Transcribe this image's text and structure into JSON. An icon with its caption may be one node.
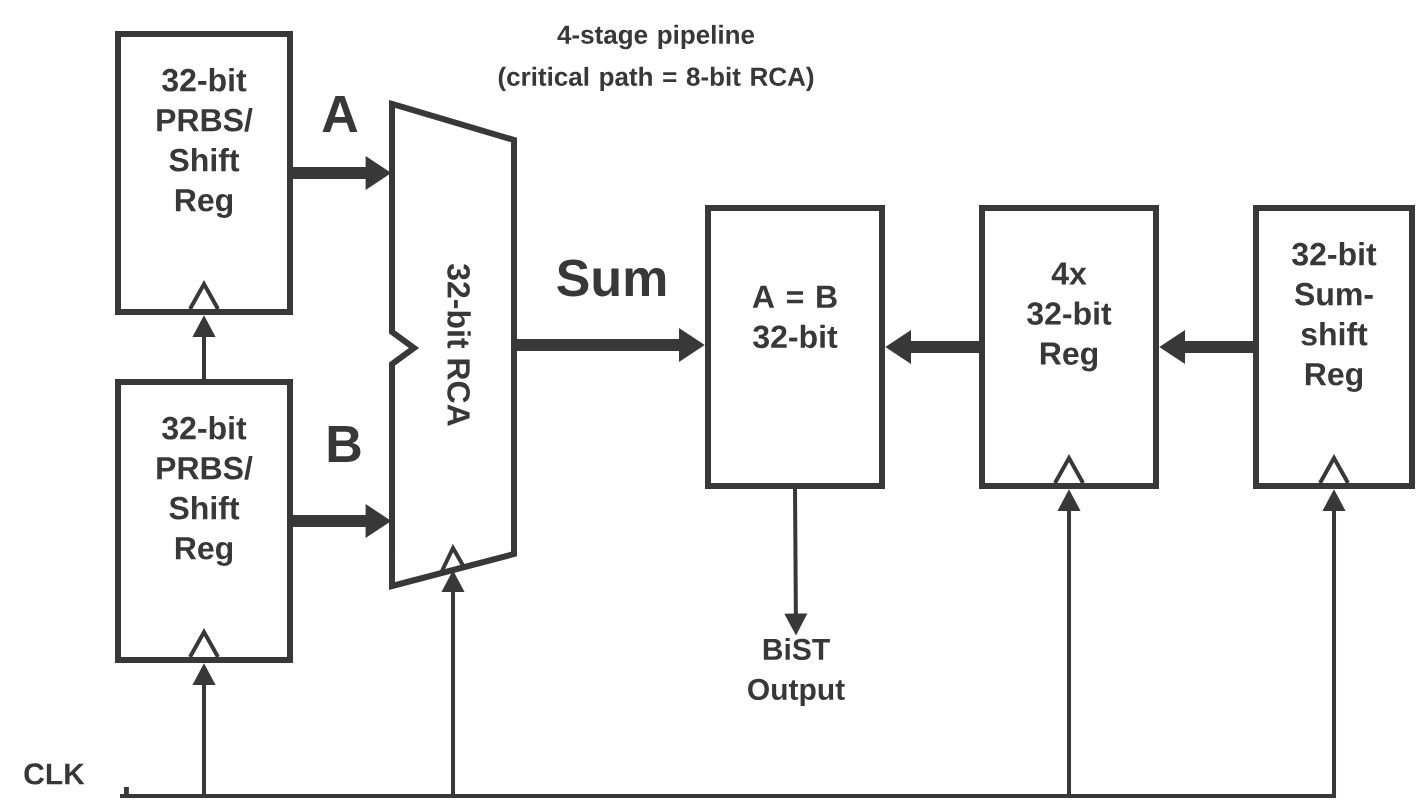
{
  "diagram": {
    "nodes": [
      {
        "text": [
          "32-bit PRBS/ Shift Reg"
        ]
      },
      {
        "text": [
          "32-bit PRBS/ Shift Reg"
        ]
      },
      {
        "text": [
          "32-bit RCA"
        ]
      },
      {
        "text": [
          "A = B 32-bit"
        ]
      },
      {
        "text": [
          "4x 32-bit Reg"
        ]
      },
      {
        "text": [
          "32-bit Sum-shift Reg"
        ]
      },
      {
        "text": [
          "BiST Output"
        ]
      },
      {
        "text": [
          "CLK"
        ]
      }
    ],
    "edges": [
      {
        "from": 0,
        "to": 2,
        "arrow": "to",
        "label": "A",
        "style": "thick"
      },
      {
        "from": 1,
        "to": 2,
        "arrow": "to",
        "label": "B",
        "style": "thick"
      },
      {
        "from": 2,
        "to": 3,
        "arrow": "to",
        "label": "Sum",
        "style": "thick"
      },
      {
        "from": 4,
        "to": 3,
        "arrow": "to",
        "style": "thick"
      },
      {
        "from": 5,
        "to": 4,
        "arrow": "to",
        "style": "thick"
      },
      {
        "from": 3,
        "to": 6,
        "arrow": "to"
      },
      {
        "from": 1,
        "to": 0,
        "arrow": "to"
      },
      {
        "from": 7,
        "to": 1,
        "arrow": "to"
      },
      {
        "from": 7,
        "to": 2,
        "arrow": "to"
      },
      {
        "from": 7,
        "to": 4,
        "arrow": "to"
      },
      {
        "from": 7,
        "to": 5,
        "arrow": "to"
      }
    ],
    "labels": [
      "4-stage pipeline (critical path = 8-bit RCA)"
    ]
  }
}
